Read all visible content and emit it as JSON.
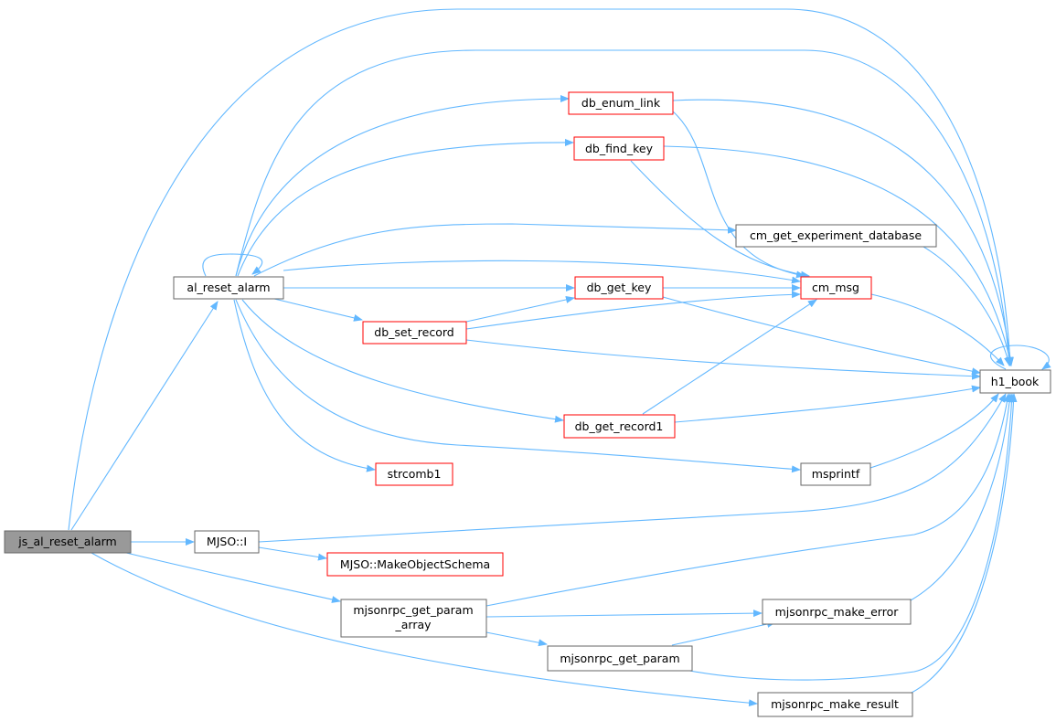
{
  "colors": {
    "edge": "#63b8ff",
    "node_border": "#666666",
    "external_border": "#ff0000",
    "root_fill": "#999999",
    "node_fill": "#ffffff"
  },
  "nodes": {
    "js_al_reset_alarm": {
      "label": "js_al_reset_alarm"
    },
    "al_reset_alarm": {
      "label": "al_reset_alarm"
    },
    "db_enum_link": {
      "label": "db_enum_link"
    },
    "db_find_key": {
      "label": "db_find_key"
    },
    "cm_get_experiment_database": {
      "label": "cm_get_experiment_database"
    },
    "cm_msg": {
      "label": "cm_msg"
    },
    "db_get_key": {
      "label": "db_get_key"
    },
    "db_set_record": {
      "label": "db_set_record"
    },
    "h1_book": {
      "label": "h1_book"
    },
    "db_get_record1": {
      "label": "db_get_record1"
    },
    "msprintf": {
      "label": "msprintf"
    },
    "strcomb1": {
      "label": "strcomb1"
    },
    "mjso_i": {
      "label": "MJSO::I"
    },
    "mjso_makeobjectschema": {
      "label": "MJSO::MakeObjectSchema"
    },
    "mjsonrpc_get_param_array": {
      "label_line1": "mjsonrpc_get_param",
      "label_line2": "_array"
    },
    "mjsonrpc_make_error": {
      "label": "mjsonrpc_make_error"
    },
    "mjsonrpc_get_param": {
      "label": "mjsonrpc_get_param"
    },
    "mjsonrpc_make_result": {
      "label": "mjsonrpc_make_result"
    }
  }
}
